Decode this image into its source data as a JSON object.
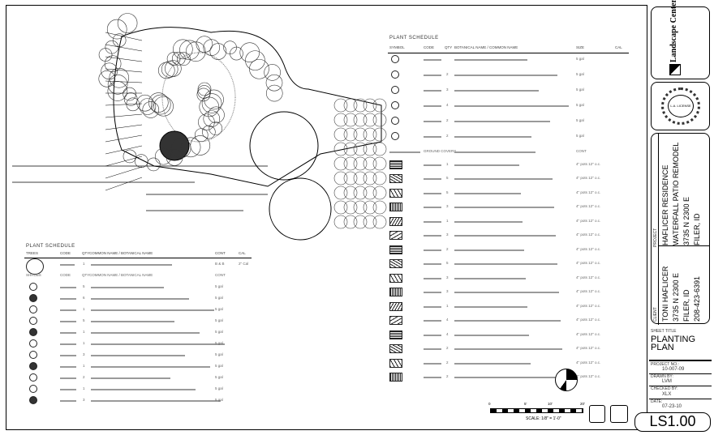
{
  "title_block": {
    "firm_name": "Landscape Center",
    "seal_text": "L.A. LICENSE",
    "project_label": "PROJECT",
    "project": [
      "HAFLICER RESIDENCE",
      "WATERFALL PATIO REMODEL",
      "3735 N 2300 E",
      "FILER, ID"
    ],
    "client_label": "CLIENT",
    "client": [
      "TONI HAFLICER",
      "3735 N 2300 E",
      "FILER, ID",
      "208-423-6391"
    ],
    "sheet_title_label": "SHEET TITLE",
    "sheet_title": "PLANTING PLAN",
    "project_no_label": "PROJECT NO.:",
    "project_no": "10-007-09",
    "drawn_by_label": "DRAWN BY:",
    "drawn_by": "LVM",
    "checked_by_label": "CHECKED BY:",
    "checked_by": "XLX",
    "date_label": "DATE:",
    "date": "07-23-10",
    "sheet_number": "LS1.00"
  },
  "plant_schedule_right": {
    "title": "PLANT SCHEDULE",
    "headers": [
      "SYMBOL",
      "CODE",
      "QTY",
      "BOTANICAL NAME / COMMON NAME",
      "SIZE",
      "CAL"
    ],
    "tree_qty": [
      "",
      "2",
      "3",
      "4",
      "2",
      "2"
    ],
    "tree_size": [
      "5 gal",
      "5 gal",
      "5 gal",
      "5 gal",
      "5 gal",
      "5 gal"
    ],
    "groundcover_code": "GROUND COVERS",
    "groundcover_size": "CONT",
    "hatch_qty": [
      "1",
      "5",
      "5",
      "3",
      "1",
      "3",
      "2",
      "5",
      "3",
      "3",
      "1",
      "4",
      "4",
      "2",
      "2",
      "2"
    ],
    "hatch_size": "4\" pots 12\" o.c."
  },
  "plant_schedule_left": {
    "title": "PLANT SCHEDULE",
    "headers": [
      "TREES",
      "CODE",
      "QTY",
      "COMMON NAME / BOTANICAL NAME",
      "CONT",
      "CAL"
    ],
    "tree_qty": "1",
    "tree_size": "B & B",
    "tree_cal": "2\" Cal",
    "shrub_headers": [
      "SHRUBS",
      "CODE",
      "QTY",
      "COMMON NAME / BOTANICAL NAME",
      "CONT"
    ],
    "shrub_qty": [
      "5",
      "6",
      "1",
      "5",
      "1",
      "1",
      "3",
      "1",
      "2",
      "1",
      "3"
    ],
    "shrub_size": [
      "5 gal",
      "5 gal",
      "5 gal",
      "5 gal",
      "5 gal",
      "5 gal",
      "5 gal",
      "5 gal",
      "5 gal",
      "5 gal",
      "5 gal"
    ]
  },
  "scale": {
    "ticks": [
      "0",
      "5'",
      "10'",
      "20'"
    ],
    "label": "SCALE: 1/8\" = 1'-0\""
  }
}
